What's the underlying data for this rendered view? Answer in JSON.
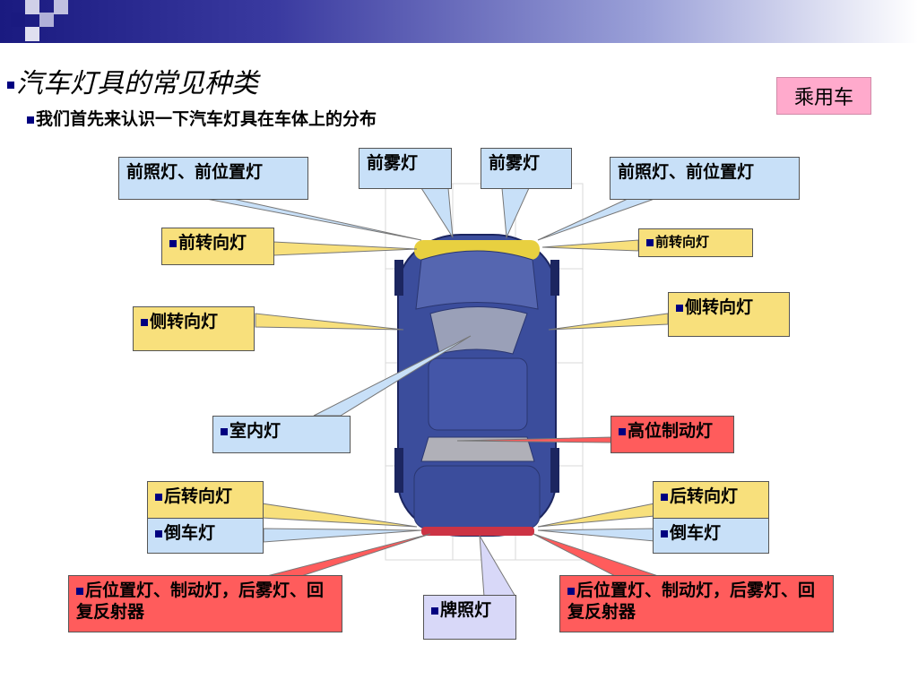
{
  "slide": {
    "title": "汽车灯具的常见种类",
    "subtitle": "我们首先来认识一下汽车灯具在车体上的分布",
    "tag": "乘用车"
  },
  "labels": {
    "front_head_left": "前照灯、前位置灯",
    "front_fog_left": "前雾灯",
    "front_fog_right": "前雾灯",
    "front_head_right": "前照灯、前位置灯",
    "front_turn_left": "前转向灯",
    "front_turn_right": "前转向灯",
    "side_turn_left": "侧转向灯",
    "side_turn_right": "侧转向灯",
    "interior": "室内灯",
    "high_brake": "高位制动灯",
    "rear_turn_left": "后转向灯",
    "rear_turn_right": "后转向灯",
    "reverse_left": "倒车灯",
    "reverse_right": "倒车灯",
    "rear_group_left": "后位置灯、制动灯，后雾灯、回复反射器",
    "rear_group_right": "后位置灯、制动灯，后雾灯、回复反射器",
    "plate": "牌照灯"
  },
  "colors": {
    "blue": "#c8e0f8",
    "yellow": "#f8e07c",
    "red": "#ff5c5c",
    "lavender": "#d8d8f8",
    "car_body": "#3b4d9c"
  }
}
